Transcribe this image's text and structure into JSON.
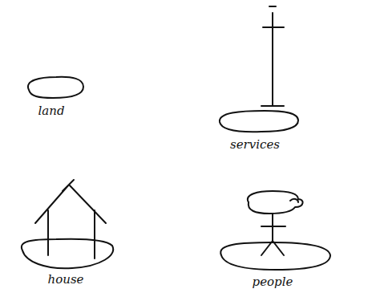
{
  "diagram": {
    "labels": [
      "land",
      "services",
      "house",
      "people"
    ]
  }
}
